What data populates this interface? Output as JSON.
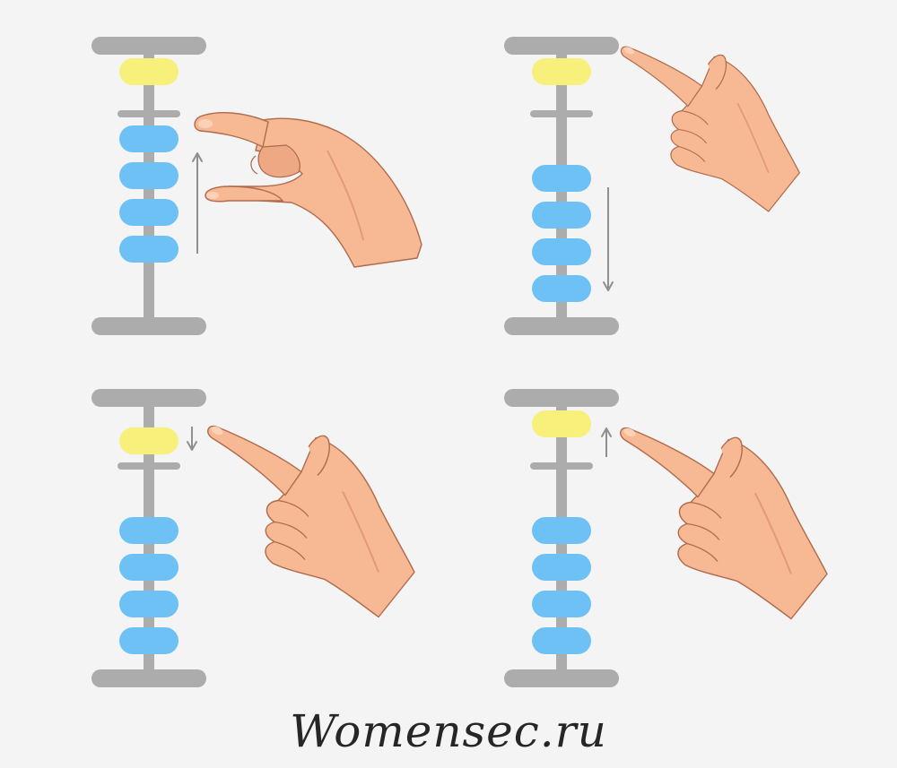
{
  "watermark": {
    "text": "Womensec.ru"
  },
  "colors": {
    "background": "#f4f4f4",
    "frame": "#acacac",
    "bead_upper": "#f7f07a",
    "bead_lower": "#6ec1f5",
    "arrow": "#8f8f8f",
    "skin": "#f6b993",
    "skin_shadow": "#e39a77",
    "skin_outline": "#b06a4c"
  },
  "panels": [
    {
      "id": "top-left",
      "lower_bead_position": "pushed-up",
      "upper_bead_position": "up",
      "arrow": "up",
      "gesture": "thumb-and-index-pinch",
      "hand_icon": "pinching-hand-icon"
    },
    {
      "id": "top-right",
      "lower_bead_position": "pushed-down",
      "upper_bead_position": "up",
      "arrow": "down",
      "gesture": "index-finger-push-down",
      "hand_icon": "pointing-hand-icon"
    },
    {
      "id": "bottom-left",
      "lower_bead_position": "down",
      "upper_bead_position": "pushed-down",
      "arrow": "down",
      "gesture": "index-finger-push-down",
      "hand_icon": "pointing-hand-icon"
    },
    {
      "id": "bottom-right",
      "lower_bead_position": "down",
      "upper_bead_position": "pushed-up",
      "arrow": "up",
      "gesture": "index-finger-push-up",
      "hand_icon": "pointing-hand-icon"
    }
  ]
}
